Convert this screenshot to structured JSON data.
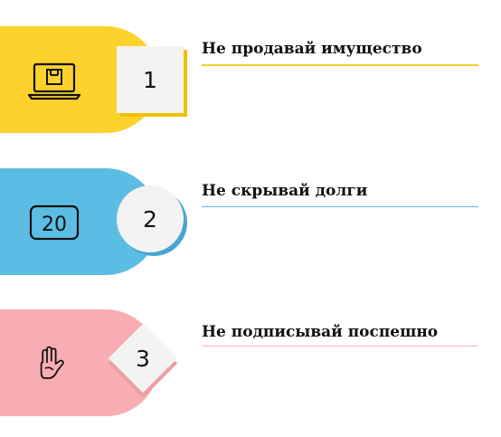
{
  "items": [
    {
      "number": "1",
      "title": "Не продавай имущество",
      "icon": "laptop-icon",
      "badge_shape": "square",
      "color": "#fdd22c"
    },
    {
      "number": "2",
      "title": "Не скрывай долги",
      "icon": "calendar-20-icon",
      "icon_text": "20",
      "badge_shape": "circle",
      "color": "#5bbde3"
    },
    {
      "number": "3",
      "title": "Не подписывай поспешно",
      "icon": "hand-three-fingers-icon",
      "badge_shape": "diamond",
      "color": "#f7adb1"
    }
  ]
}
